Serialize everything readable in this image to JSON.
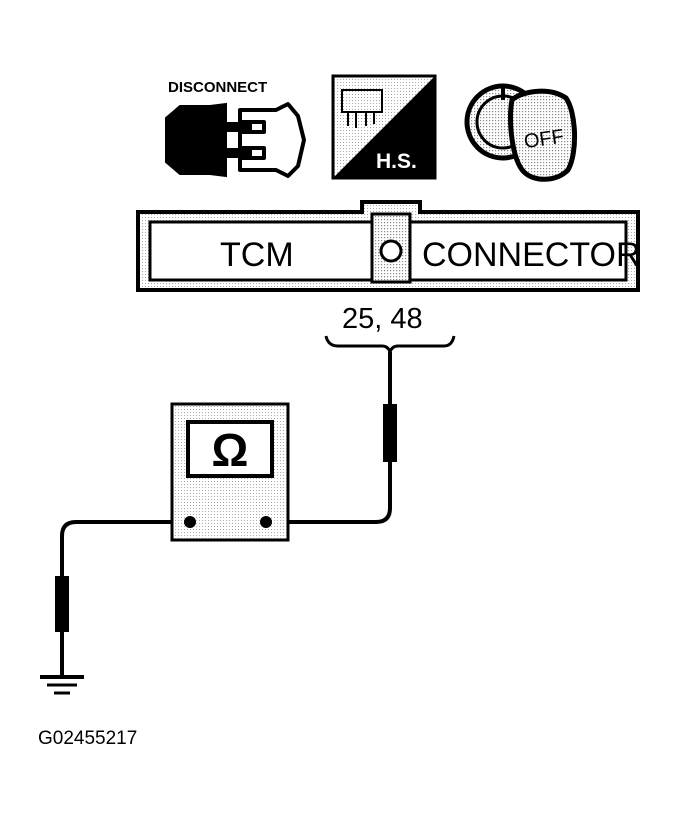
{
  "icons": {
    "disconnect": {
      "label": "DISCONNECT",
      "icon": "connector-disconnect-icon"
    },
    "harness_side": {
      "label": "H.S.",
      "icon": "harness-side-connector-icon"
    },
    "ignition": {
      "label": "OFF",
      "icon": "ignition-key-off-icon"
    }
  },
  "connector": {
    "left_label": "TCM",
    "right_label": "CONNECTOR",
    "pins_label": "25,  48"
  },
  "meter": {
    "symbol": "Ω",
    "icon": "ohmmeter-icon"
  },
  "ground": {
    "icon": "ground-symbol-icon"
  },
  "figure_id": "G02455217",
  "colors": {
    "ink": "#000000",
    "paper": "#ffffff",
    "dither": "#999999"
  }
}
